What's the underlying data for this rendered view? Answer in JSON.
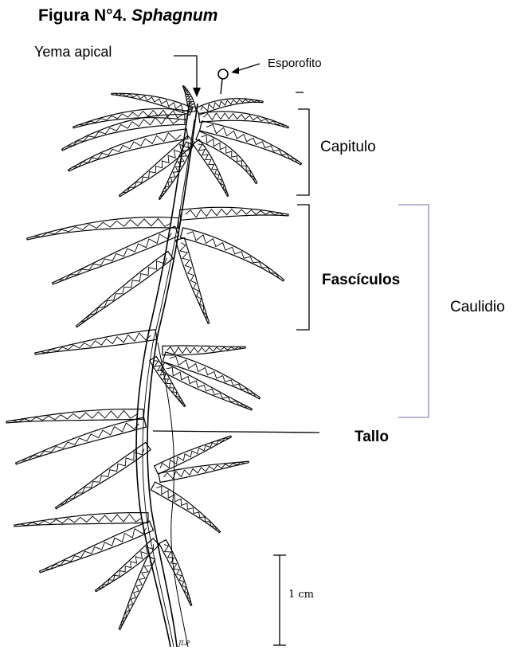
{
  "figure": {
    "number_label": "Figura N°4.",
    "genus_label": "Sphagnum"
  },
  "labels": {
    "yema_apical": "Yema apical",
    "esporofito": "Esporofito",
    "capitulo": "Capitulo",
    "fasciculos": "Fascículos",
    "caulidio": "Caulidio",
    "tallo": "Tallo",
    "scale": "1 cm",
    "signature": "JLP"
  },
  "colors": {
    "ink": "#000000",
    "caulidio_bracket": "#9a86b8"
  }
}
